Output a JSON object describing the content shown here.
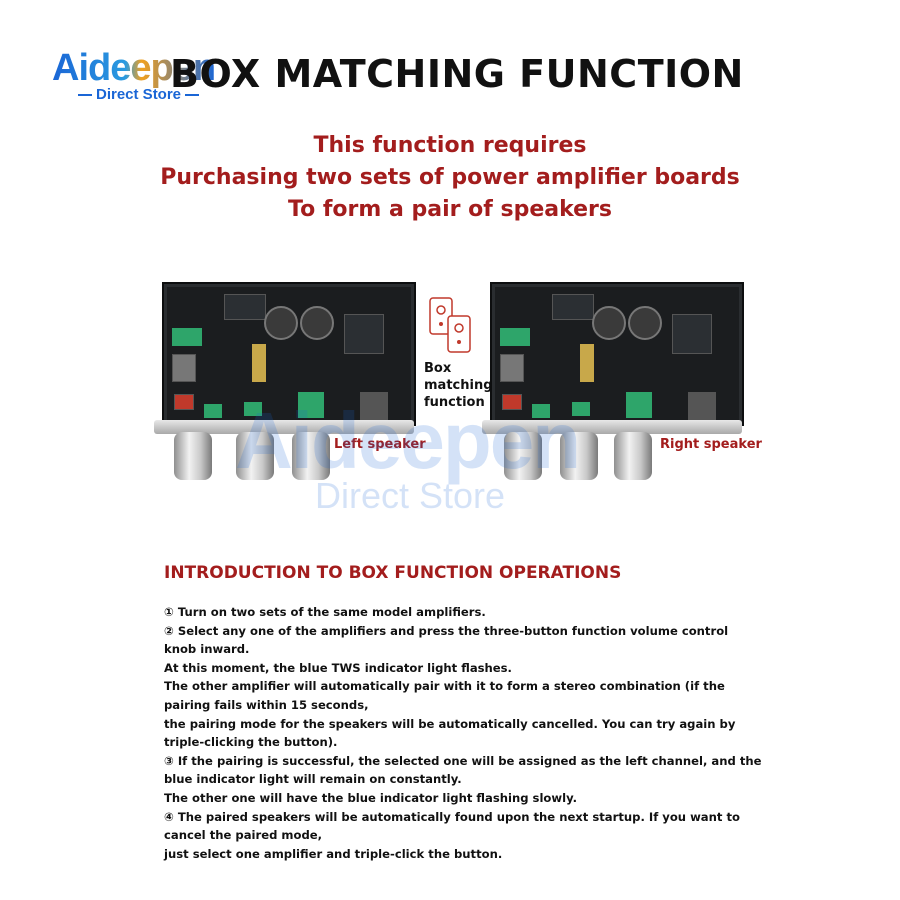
{
  "logo": {
    "main": "Aideepen",
    "sub": "Direct Store"
  },
  "headline": "BOX MATCHING FUNCTION",
  "requirement_lines": [
    "This function requires",
    "Purchasing two sets of power amplifier boards",
    "To form a pair of speakers"
  ],
  "diagram": {
    "box_label": [
      "Box",
      "matching",
      "function"
    ],
    "left_label": "Left speaker",
    "right_label": "Right speaker"
  },
  "watermark": {
    "main": "Aideepen",
    "sub": "Direct Store"
  },
  "intro": {
    "title": "INTRODUCTION TO BOX FUNCTION OPERATIONS",
    "lines": [
      "① Turn on two sets of the same model amplifiers.",
      "② Select any one of the amplifiers and press the three-button function volume control knob inward.",
      "At this moment, the blue TWS indicator light flashes.",
      "The other amplifier will automatically pair with it to form a stereo combination (if the pairing fails within 15 seconds,",
      "the pairing mode for the speakers will be automatically cancelled. You can try again by triple-clicking the button).",
      "③ If the pairing is successful, the selected one will be assigned as the left channel, and the blue indicator light will remain on constantly.",
      "The other one will have the blue indicator light flashing slowly.",
      "④ The paired speakers will be automatically found upon the next startup. If you want to cancel the paired mode,",
      "just select one amplifier and triple-click the button."
    ]
  },
  "colors": {
    "accent_red": "#a31d1d",
    "brand_blue": "#1a66d6",
    "text": "#111111"
  }
}
